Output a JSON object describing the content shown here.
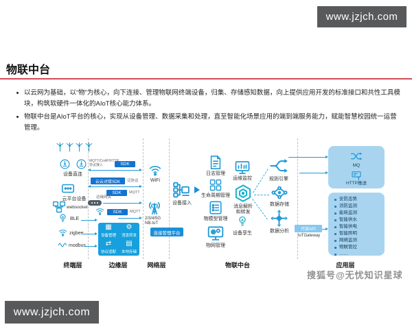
{
  "watermark_top": "www.jzjch.com",
  "watermark_bottom": "www.jzjch.com",
  "watermark_sohu": "搜狐号@无忧知识星球",
  "title": "物联中台",
  "bullets": [
    "以云网为基础，以“物”为核心，向下连接、管理物联网终端设备，归集、存储感知数据，向上提供应用开发的标准接口和共性工具模块，构筑软硬件一体化的AIoT核心能力体系。",
    "物联中台是AIoT平台的核心，实现从设备管理、数据采集和处理，直至智能化场景应用的端到端服务能力，赋能智慧校园统一运营管理。"
  ],
  "layers": {
    "terminal": "终端层",
    "edge": "边缘层",
    "network": "网络层",
    "platform": "物联中台",
    "app": "应用层"
  },
  "terminal": {
    "direct_label": "设备直连",
    "cloud_label": "云平台设备",
    "websocket_label": "websocket",
    "ble_label": "BLE",
    "zigbee_label": "zigbee",
    "modbus_label": "modbus"
  },
  "edge": {
    "sdk_label": "SDK",
    "row1_note": "MQTT/CoAP/HTTP协议接入",
    "cloud_sdk_label": "云云对接SDK",
    "cloud_protocol": "泛协议",
    "mqtt_label": "MQTT",
    "gateway_note": "边缘网关",
    "panel_items": [
      {
        "icon": "grid-icon",
        "glyph": "▦",
        "label": "设备管理"
      },
      {
        "icon": "gear-icon",
        "glyph": "⚙",
        "label": "消息转发"
      },
      {
        "icon": "swap-icon",
        "glyph": "⇄",
        "label": "协议适配"
      },
      {
        "icon": "storage-icon",
        "glyph": "▤",
        "label": "本地存储"
      }
    ]
  },
  "network": {
    "wifi": "WiFi",
    "cellular": "2/3/4/5G\nNB-IoT",
    "cmp": "连接管理平台"
  },
  "platform": {
    "access": "设备接入",
    "log": "日志管理",
    "lifecycle": "生命周期管理",
    "model": "物模型管理",
    "topology": "物网管理",
    "ops": "运维监控",
    "parse": "消息解析\n和转发",
    "twin": "设备孪生",
    "rule": "规则引擎",
    "storage": "数据存储",
    "analysis": "数据分析",
    "api": "开放API",
    "gateway": "IoTGateway"
  },
  "app": {
    "mq": "MQ",
    "http": "HTTP推送",
    "items": [
      "安防态势",
      "消防监测",
      "能耗监测",
      "智能供水",
      "智能供电",
      "智能照明",
      "网络监测",
      "物联管控",
      "……"
    ]
  },
  "colors": {
    "accent_blue": "#1e99d6",
    "deep_blue": "#1573cf",
    "light_panel": "#a9d4ef",
    "edge_panel": "#17a0dd",
    "red_rule": "#cf4a55",
    "watermark_bg": "#58595b"
  }
}
